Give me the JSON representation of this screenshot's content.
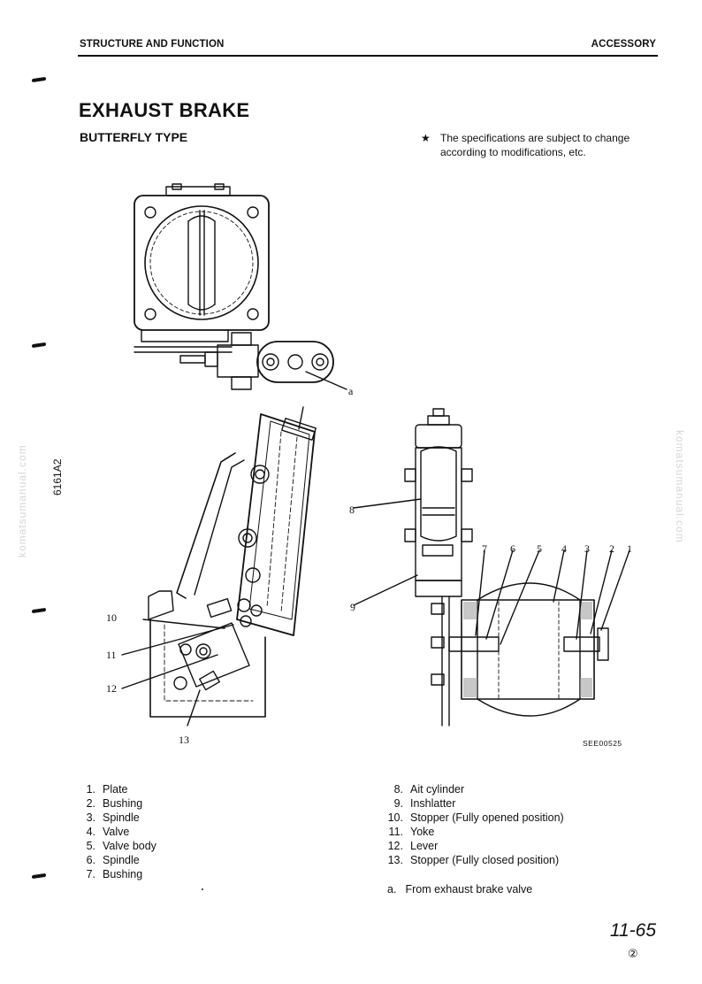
{
  "header": {
    "section": "STRUCTURE AND FUNCTION",
    "category": "ACCESSORY"
  },
  "title": "EXHAUST BRAKE",
  "subtitle": "BUTTERFLY TYPE",
  "note": {
    "marker": "★",
    "text": "The specifications are subject to change according to modifications, etc."
  },
  "side_code": "6161A2",
  "watermark": "komatsumanual.com",
  "figure": {
    "code": "SEE00525",
    "callouts": {
      "c1": "1",
      "c2": "2",
      "c3": "3",
      "c4": "4",
      "c5": "5",
      "c6": "6",
      "c7": "7",
      "c8": "8",
      "c9": "9",
      "c10": "10",
      "c11": "11",
      "c12": "12",
      "c13": "13",
      "ca": "a"
    }
  },
  "parts_left": [
    {
      "num": "1.",
      "label": "Plate"
    },
    {
      "num": "2.",
      "label": "Bushing"
    },
    {
      "num": "3.",
      "label": "Spindle"
    },
    {
      "num": "4.",
      "label": "Valve"
    },
    {
      "num": "5.",
      "label": "Valve body"
    },
    {
      "num": "6.",
      "label": "Spindle"
    },
    {
      "num": "7.",
      "label": "Bushing"
    }
  ],
  "parts_right": [
    {
      "num": "8.",
      "label": "Ait cylinder"
    },
    {
      "num": "9.",
      "label": "Inshlatter"
    },
    {
      "num": "10.",
      "label": "Stopper (Fully opened position)"
    },
    {
      "num": "11.",
      "label": "Yoke"
    },
    {
      "num": "12.",
      "label": "Lever"
    },
    {
      "num": "13.",
      "label": "Stopper (Fully closed position)"
    }
  ],
  "aside": {
    "num": "a.",
    "label": "From exhaust brake valve"
  },
  "page_number": "11-65",
  "revision": "②"
}
